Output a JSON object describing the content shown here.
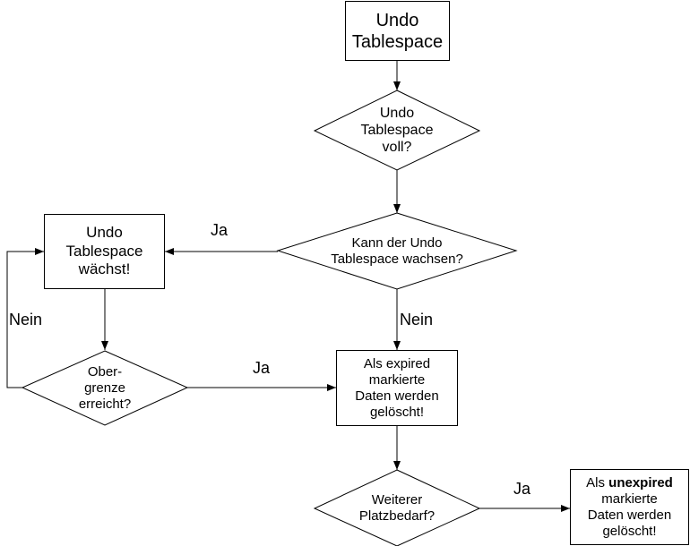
{
  "diagram": {
    "nodes": {
      "start": {
        "lines": [
          "Undo",
          "Tablespace"
        ]
      },
      "full": {
        "lines": [
          "Undo",
          "Tablespace",
          "voll?"
        ]
      },
      "grow_q": {
        "lines": [
          "Kann der Undo",
          "Tablespace wachsen?"
        ]
      },
      "grows": {
        "lines": [
          "Undo",
          "Tablespace",
          "wächst!"
        ]
      },
      "limit_q": {
        "lines": [
          "Ober-",
          "grenze",
          "erreicht?"
        ]
      },
      "expired": {
        "lines": [
          "Als expired",
          "markierte",
          "Daten werden",
          "gelöscht!"
        ]
      },
      "need_q": {
        "lines": [
          "Weiterer",
          "Platzbedarf?"
        ]
      },
      "unexpired": {
        "line1_prefix": "Als ",
        "line1_bold": "unexpired",
        "lines": [
          "markierte",
          "Daten werden",
          "gelöscht!"
        ]
      }
    },
    "edge_labels": {
      "ja_grow": "Ja",
      "nein_grow": "Nein",
      "nein_limit": "Nein",
      "ja_limit": "Ja",
      "ja_need": "Ja"
    }
  }
}
